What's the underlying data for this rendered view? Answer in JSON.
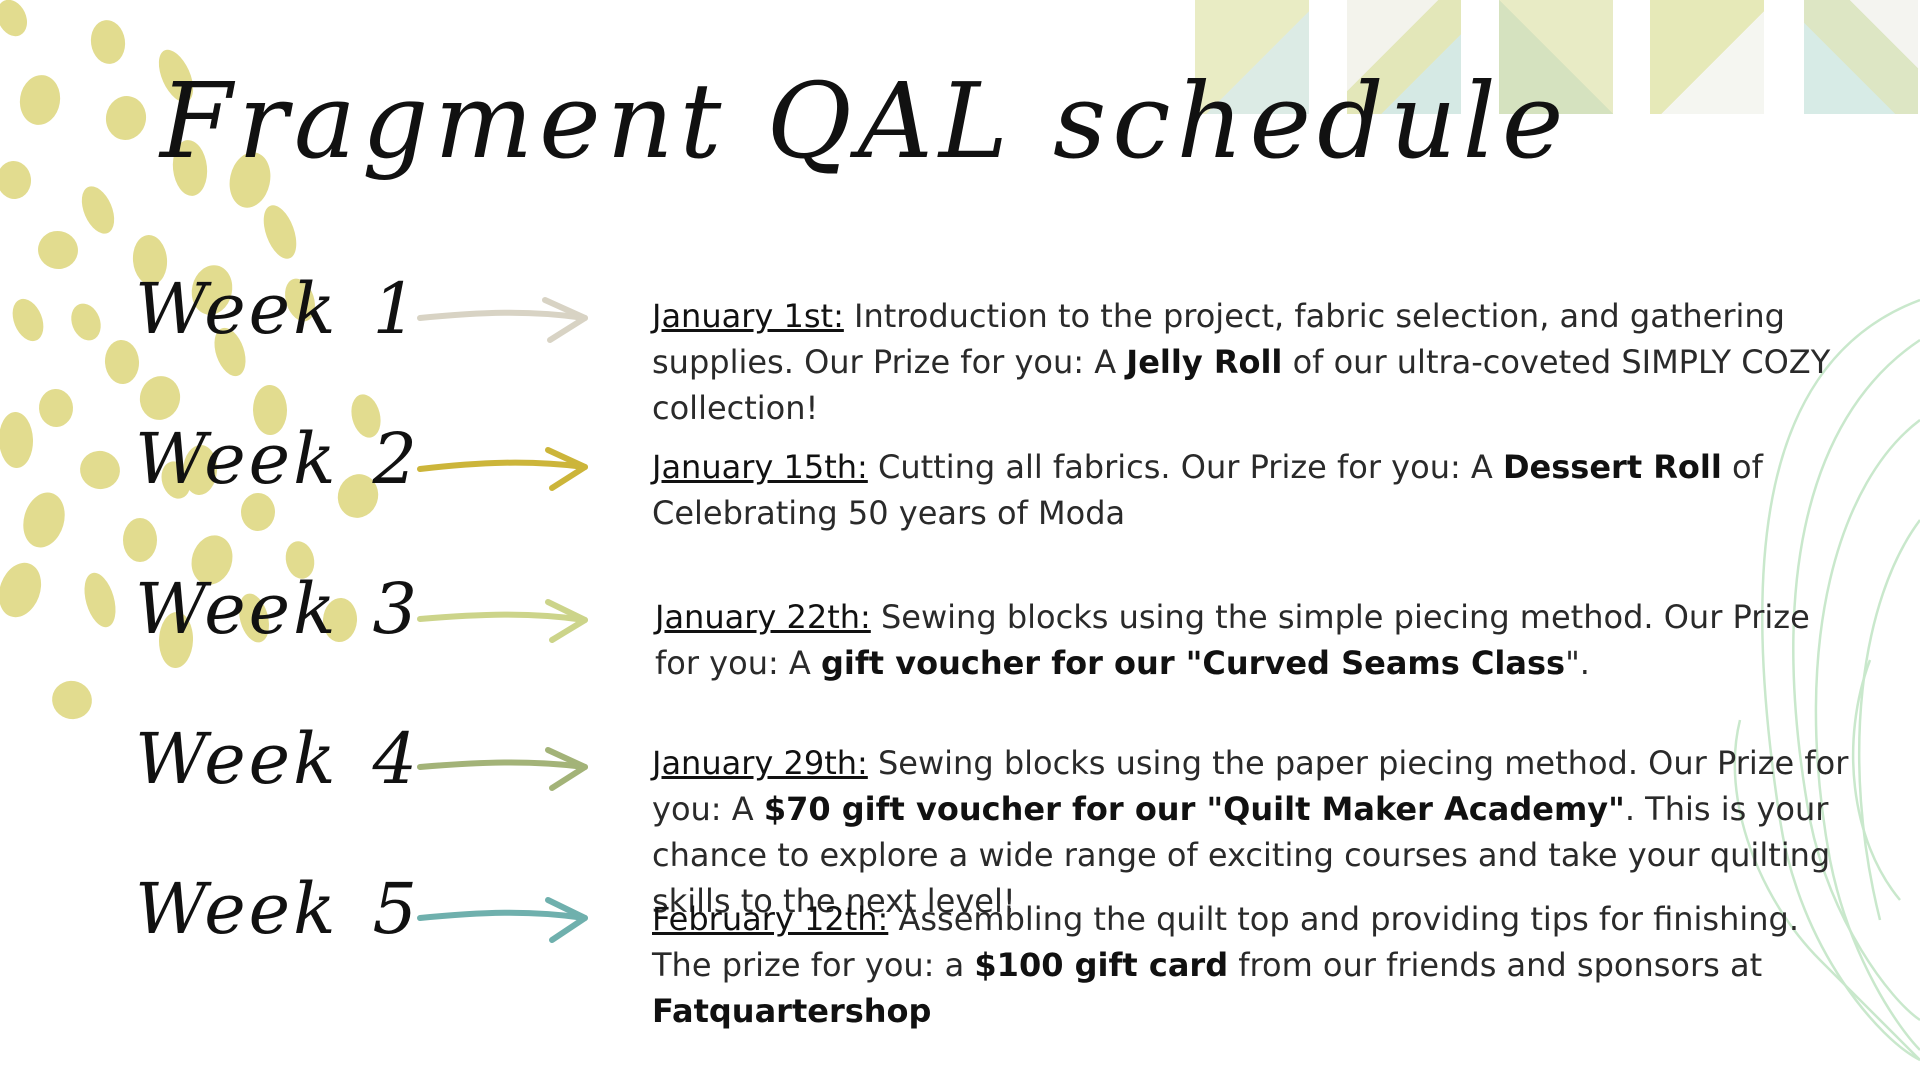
{
  "title": "Fragment QAL schedule",
  "weeks": [
    {
      "label": "Week",
      "num": "1",
      "arrow_color": "#d8d3c4",
      "date": "January 1st:",
      "desc_before": " Introduction to the project, fabric selection, and gathering supplies. Our Prize for you: A ",
      "bold": "Jelly Roll",
      "desc_after": " of our ultra-coveted SIMPLY COZY collection!",
      "bold2": "",
      "desc_after2": ""
    },
    {
      "label": "Week",
      "num": "2",
      "arrow_color": "#ccb53a",
      "date": "January 15th:",
      "desc_before": " Cutting all fabrics. Our Prize for you: A ",
      "bold": "Dessert Roll",
      "desc_after": " of Celebrating 50 years of Moda",
      "bold2": "",
      "desc_after2": ""
    },
    {
      "label": "Week",
      "num": "3",
      "arrow_color": "#ccd48a",
      "date": "January 22th:",
      "desc_before": " Sewing blocks using the simple piecing method. Our Prize for you: A ",
      "bold": "gift voucher for our \"Curved Seams Class",
      "desc_after": "\".",
      "bold2": "",
      "desc_after2": ""
    },
    {
      "label": "Week",
      "num": "4",
      "arrow_color": "#a3b378",
      "date": "January 29th:",
      "desc_before": " Sewing blocks using the paper piecing method. Our Prize for you: A ",
      "bold": "$70 gift voucher for our \"Quilt Maker Academy\"",
      "desc_after": ". This is your chance to explore a wide range of exciting courses and take your quilting skills to the next level!",
      "bold2": "",
      "desc_after2": ""
    },
    {
      "label": "Week",
      "num": "5",
      "arrow_color": "#6fb0ad",
      "date": "February 12th:",
      "desc_before": " Assembling the quilt top and providing tips for finishing. The prize for you: a ",
      "bold": "$100 gift card",
      "desc_after": " from our friends and sponsors at ",
      "bold2": "Fatquartershop",
      "desc_after2": ""
    }
  ],
  "colors": {
    "dots": "#e2dc8f",
    "arcs": "#c9e8cc",
    "swatch_light": "#eef1d6",
    "swatch_green": "#dfe6b8",
    "swatch_blue": "#d7ebe6"
  }
}
